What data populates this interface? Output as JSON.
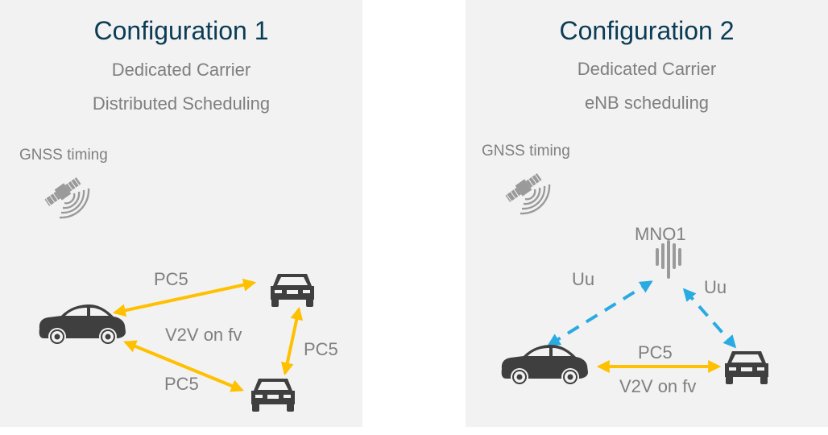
{
  "colors": {
    "title": "#0b3c55",
    "text": "#7f7f7f",
    "panel_bg": "#f2f2f2",
    "pc5_arrow": "#ffc000",
    "uu_arrow": "#29abe2",
    "vehicle": "#3f3f3f",
    "icon_gray": "#9a9a9a"
  },
  "config1": {
    "title": "Configuration  1",
    "line1": "Dedicated Carrier",
    "line2": "Distributed Scheduling",
    "gnss_label": "GNSS timing",
    "pc5_top": "PC5",
    "pc5_right": "PC5",
    "pc5_bottom": "PC5",
    "v2v_label": "V2V on fv",
    "icons": [
      "satellite-icon",
      "sedan-icon",
      "car-front-icon",
      "car-front-icon"
    ]
  },
  "config2": {
    "title": "Configuration  2",
    "line1": "Dedicated Carrier",
    "line2": "eNB scheduling",
    "gnss_label": "GNSS timing",
    "mno_label": "MNO1",
    "uu_left": "Uu",
    "uu_right": "Uu",
    "pc5_label": "PC5",
    "v2v_label": "V2V on fv",
    "icons": [
      "satellite-icon",
      "cell-tower-icon",
      "sedan-icon",
      "car-front-icon"
    ]
  }
}
